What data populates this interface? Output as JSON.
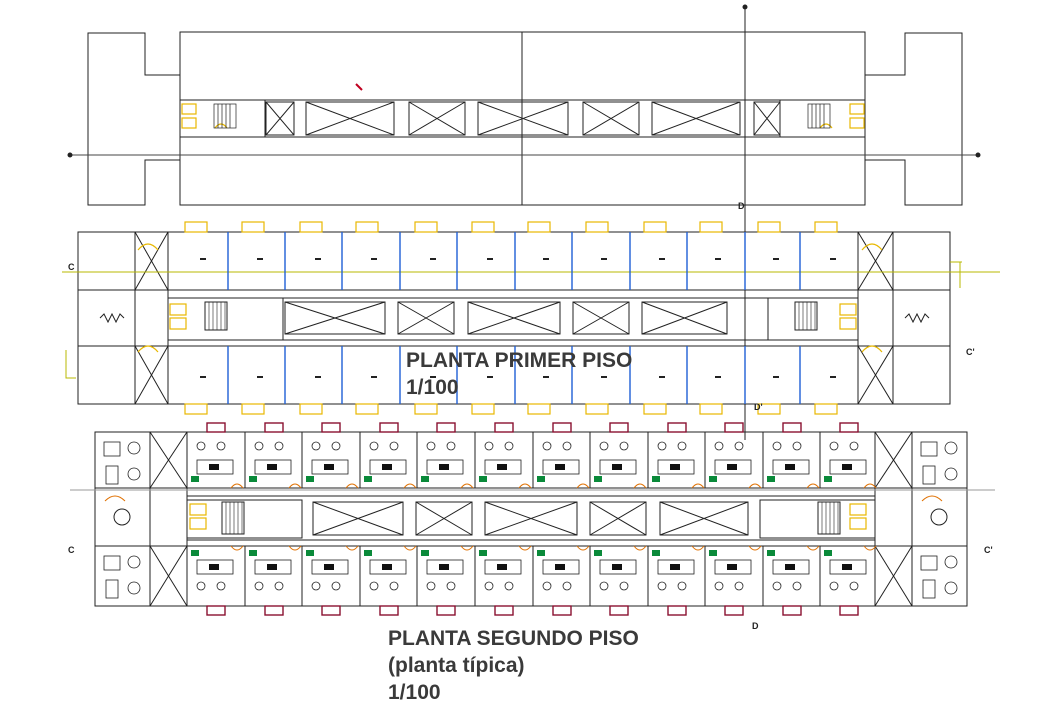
{
  "drawing": {
    "first_floor": {
      "title": "PLANTA PRIMER PISO",
      "scale": "1/100"
    },
    "second_floor": {
      "title": "PLANTA SEGUNDO PISO",
      "subtitle": "(planta típica)",
      "scale": "1/100"
    },
    "section_marks": {
      "c_left": "C",
      "c_right": "C'",
      "d_top": "D",
      "d_mid": "D'",
      "d_bottom": "D"
    },
    "colors": {
      "line": "#222222",
      "door": "#e8b800",
      "partition": "#1f5fd6",
      "axis": "#b8b800",
      "balcony": "#8a1030",
      "swing": "#e07000",
      "fixture": "#0a8a3a"
    }
  }
}
